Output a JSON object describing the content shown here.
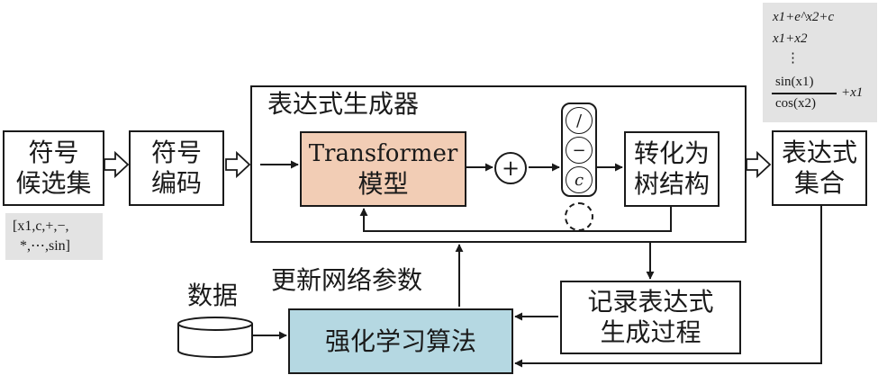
{
  "generator": {
    "title": "表达式生成器"
  },
  "symbol_set": {
    "line1": "符号",
    "line2": "候选集"
  },
  "symbol_set_note": {
    "line1": "[x1,c,+,−,",
    "line2": "*,⋯,sin]"
  },
  "symbol_encoding": {
    "line1": "符号",
    "line2": "编码"
  },
  "transformer": {
    "line1": "Transformer",
    "line2": "模型"
  },
  "plus_node": {
    "symbol": "+"
  },
  "tokens": [
    "/",
    "−",
    "c"
  ],
  "tree_convert": {
    "line1": "转化为",
    "line2": "树结构"
  },
  "expr_set": {
    "line1": "表达式",
    "line2": "集合"
  },
  "expr_examples": {
    "e1": "x1+e^x2+c",
    "e2": "x1+x2",
    "dots": "⋮",
    "frac_num": "sin(x1)",
    "frac_den": "cos(x2)",
    "tail": "+x1"
  },
  "update_label": "更新网络参数",
  "data_label": "数据",
  "record": {
    "line1": "记录表达式",
    "line2": "生成过程"
  },
  "rl": {
    "label": "强化学习算法"
  },
  "colors": {
    "transformer_fill": "#f2cdb5",
    "rl_fill": "#b5d8e2",
    "note_gray": "#e3e3e3",
    "stroke": "#1a1a1a"
  }
}
